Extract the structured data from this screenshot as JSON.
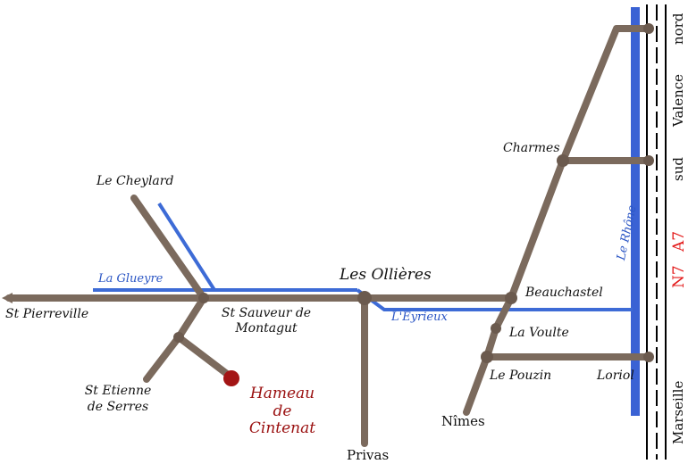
{
  "colors": {
    "road": "#7b6a5d",
    "river": "#3d6bd6",
    "rhone": "#3a62d4",
    "highway": "#000000",
    "destination": "#a31515",
    "route_label": "#e31b1b"
  },
  "places": {
    "le_cheylard": "Le Cheylard",
    "st_pierreville": "St Pierreville",
    "st_sauveur": "St Sauveur de Montagut",
    "st_etienne": "St Etienne de Serres",
    "les_ollieres": "Les Ollières",
    "privas": "Privas",
    "charmes": "Charmes",
    "beauchastel": "Beauchastel",
    "la_voulte": "La Voulte",
    "le_pouzin": "Le Pouzin",
    "nimes": "Nîmes",
    "loriol": "Loriol"
  },
  "destination": {
    "line1": "Hameau",
    "line2": "de",
    "line3": "Cintenat"
  },
  "rivers": {
    "glueyre": "La Glueyre",
    "eyrieux": "L'Eyrieux",
    "rhone": "Le Rhône"
  },
  "highway": {
    "nord": "nord",
    "valence": "Valence",
    "sud": "sud",
    "a7": "A7",
    "n7": "N7",
    "marseille": "Marseille"
  }
}
